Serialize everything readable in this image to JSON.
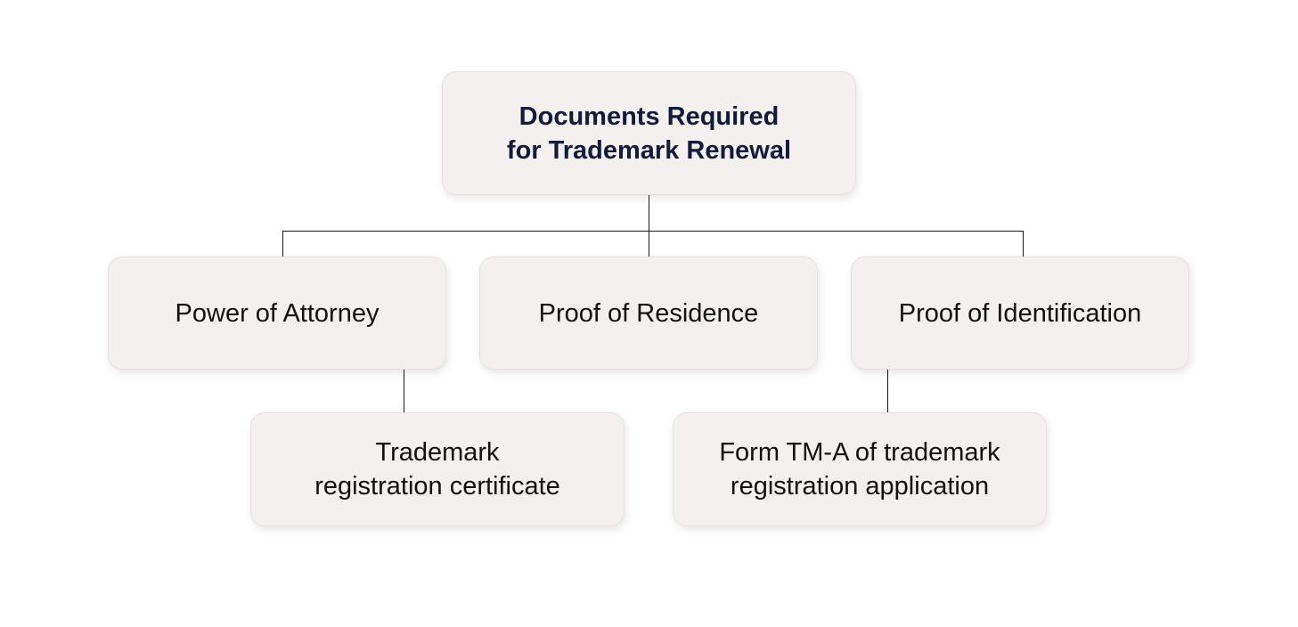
{
  "diagram": {
    "root": {
      "label": "Documents Required\nfor Trademark Renewal"
    },
    "children": [
      {
        "label": "Power of Attorney"
      },
      {
        "label": "Proof of Residence"
      },
      {
        "label": "Proof of Identification"
      }
    ],
    "grandchildren": [
      {
        "label": "Trademark\nregistration certificate",
        "parent": "Power of Attorney"
      },
      {
        "label": "Form TM-A of trademark\nregistration application",
        "parent": "Proof of Identification"
      }
    ],
    "colors": {
      "node_fill": "#f4f0ef",
      "root_text": "#131a3a",
      "node_text": "#111111",
      "connector": "#1a1a1a"
    }
  }
}
